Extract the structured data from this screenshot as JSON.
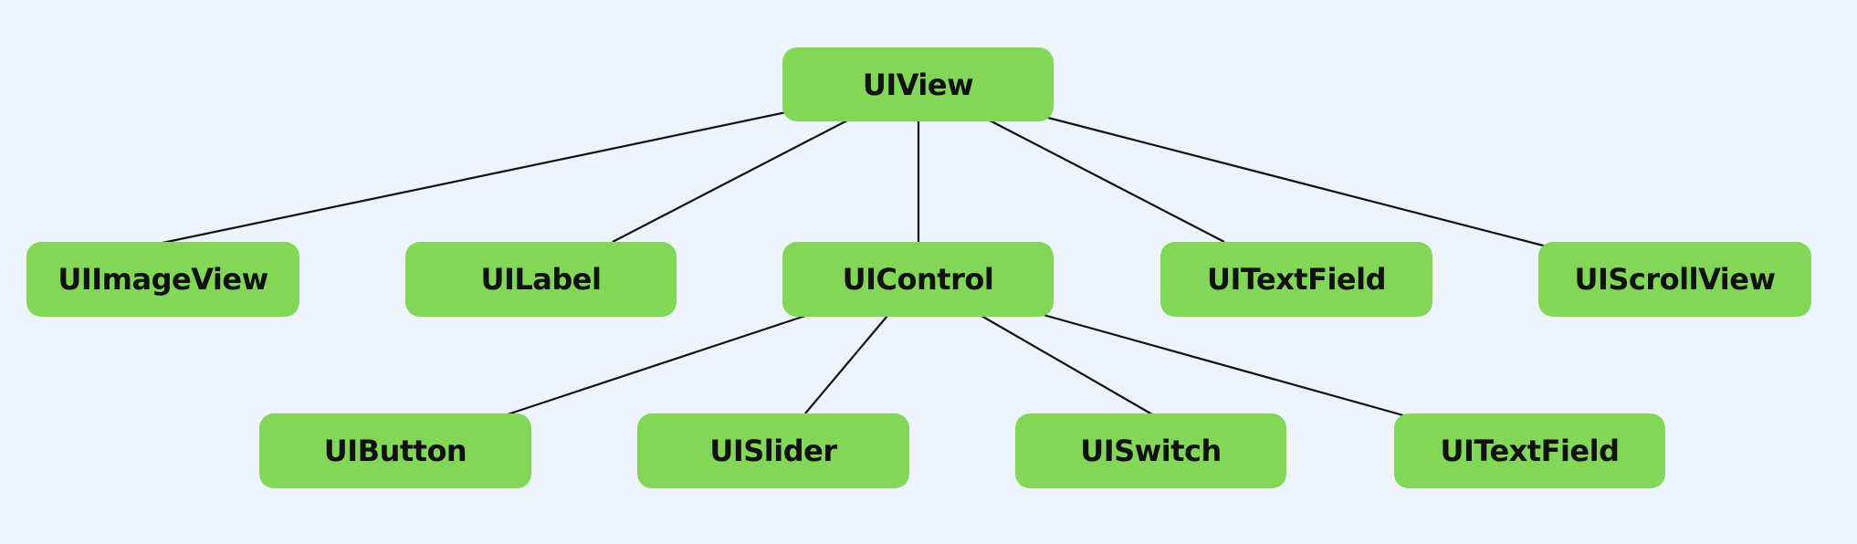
{
  "colors": {
    "background": "#eff4fc",
    "node_fill": "#82d758",
    "node_text": "#111111",
    "edge": "#111111"
  },
  "nodes": {
    "uiview": "UIView",
    "uiimageview": "UIImageView",
    "uilabel": "UILabel",
    "uicontrol": "UIControl",
    "uitextfield_1": "UITextField",
    "uiscrollview": "UIScrollView",
    "uibutton": "UIButton",
    "uislider": "UISlider",
    "uiswitch": "UISwitch",
    "uitextfield_2": "UITextField"
  },
  "edges": [
    [
      "uiview",
      "uiimageview"
    ],
    [
      "uiview",
      "uilabel"
    ],
    [
      "uiview",
      "uicontrol"
    ],
    [
      "uiview",
      "uitextfield_1"
    ],
    [
      "uiview",
      "uiscrollview"
    ],
    [
      "uicontrol",
      "uibutton"
    ],
    [
      "uicontrol",
      "uislider"
    ],
    [
      "uicontrol",
      "uiswitch"
    ],
    [
      "uicontrol",
      "uitextfield_2"
    ]
  ]
}
